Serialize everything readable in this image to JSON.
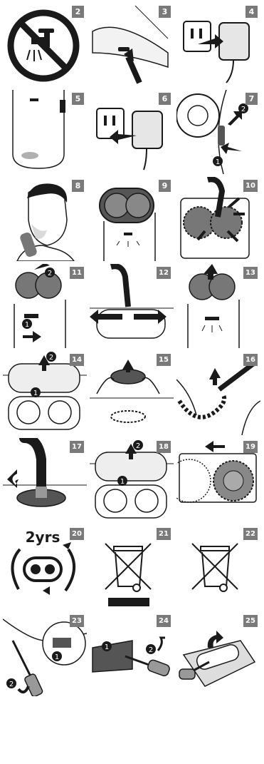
{
  "steps": {
    "s2": "2",
    "s3": "3",
    "s4": "4",
    "s5": "5",
    "s6": "6",
    "s7": "7",
    "s8": "8",
    "s9": "9",
    "s10": "10",
    "s11": "11",
    "s12": "12",
    "s13": "13",
    "s14": "14",
    "s15": "15",
    "s16": "16",
    "s17": "17",
    "s18": "18",
    "s19": "19",
    "s20": "20",
    "s21": "21",
    "s22": "22",
    "s23": "23",
    "s24": "24",
    "s25": "25"
  },
  "panel20": {
    "years_label": "2yrs"
  },
  "markers": {
    "one": "1",
    "two": "2"
  },
  "colors": {
    "badge": "#7a7a7a",
    "ink": "#1a1a1a",
    "skin": "#d9d9d9"
  }
}
